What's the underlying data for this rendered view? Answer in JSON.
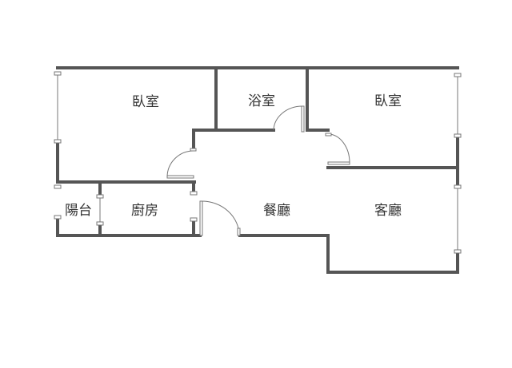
{
  "colors": {
    "wall": "#555555",
    "window": "#777777",
    "text": "#333333"
  },
  "rooms": [
    {
      "id": "bedroom-1",
      "label": "臥室"
    },
    {
      "id": "bathroom",
      "label": "浴室"
    },
    {
      "id": "bedroom-2",
      "label": "臥室"
    },
    {
      "id": "balcony",
      "label": "陽台"
    },
    {
      "id": "kitchen",
      "label": "廚房"
    },
    {
      "id": "dining-room",
      "label": "餐廳"
    },
    {
      "id": "living-room",
      "label": "客廳"
    }
  ]
}
